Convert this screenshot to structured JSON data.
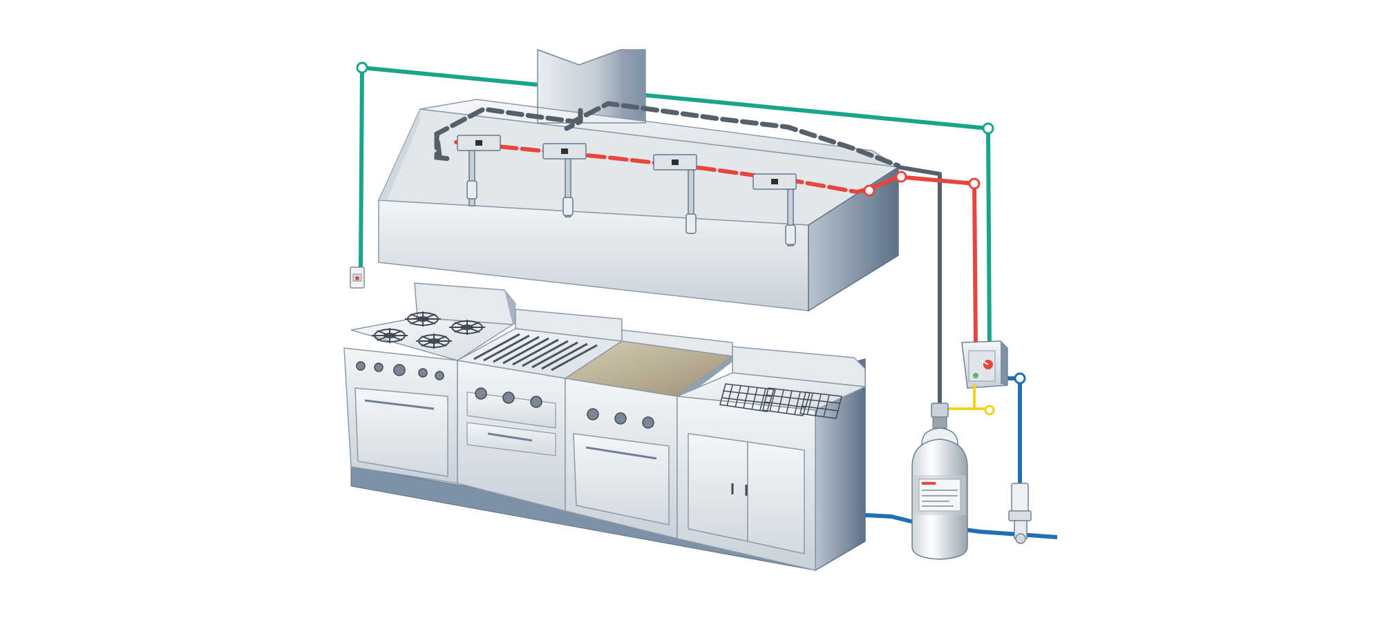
{
  "figure": {
    "title": "",
    "labels": []
  },
  "colors": {
    "background": "#ffffff",
    "steel_light": "#eef1f4",
    "steel_mid": "#cfd6dd",
    "steel_dark": "#8a9aab",
    "steel_shadow": "#5f7387",
    "detection_line": "#1aa58a",
    "distribution_piping": "#e8463c",
    "supply_piping": "#56606a",
    "gas_line": "#1f6fb5",
    "electrical_line": "#f2d31b",
    "griddle_top": "#b9ad8e",
    "cylinder_band": "#9aa4ad"
  },
  "components": [
    {
      "id": "exhaust-hood",
      "icon": "hood"
    },
    {
      "id": "exhaust-duct",
      "icon": "duct"
    },
    {
      "id": "nozzle-drops",
      "icon": "nozzle",
      "count": 4
    },
    {
      "id": "fusible-links",
      "icon": "detector",
      "count": 4
    },
    {
      "id": "manual-pull-station",
      "icon": "pull-station"
    },
    {
      "id": "control-head",
      "icon": "release-panel"
    },
    {
      "id": "agent-cylinder",
      "icon": "cylinder"
    },
    {
      "id": "gas-shutoff-valve",
      "icon": "valve"
    },
    {
      "id": "range",
      "icon": "burners",
      "burners": 4,
      "knobs": 5
    },
    {
      "id": "charbroiler",
      "icon": "grill",
      "knobs": 3
    },
    {
      "id": "griddle",
      "icon": "griddle",
      "knobs": 3
    },
    {
      "id": "fryer",
      "icon": "fryer-baskets",
      "baskets": 3
    }
  ]
}
